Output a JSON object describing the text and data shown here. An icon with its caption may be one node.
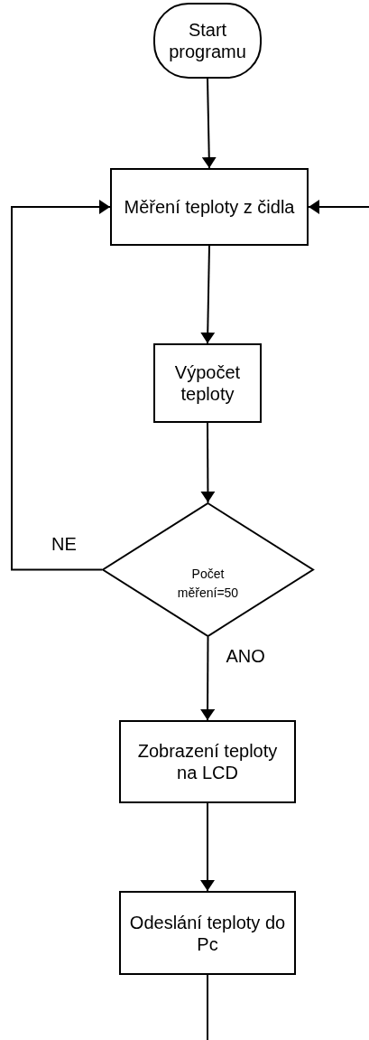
{
  "diagram": {
    "nodes": [
      {
        "text": [
          "Start programu"
        ]
      },
      {
        "text": [
          "Měření teploty z čidla"
        ]
      },
      {
        "text": [
          "Výpočet teploty"
        ]
      },
      {
        "text": [
          "Počet měření=50"
        ]
      },
      {
        "text": [
          "Zobrazení teploty na LCD"
        ]
      },
      {
        "text": [
          "Odeslání teploty do Pc"
        ]
      }
    ],
    "edges": [
      {
        "from": 0,
        "to": 1,
        "arrow": "to"
      },
      {
        "from": null,
        "to": 1,
        "arrow": "to"
      },
      {
        "from": 1,
        "to": 2,
        "arrow": "to"
      },
      {
        "from": 2,
        "to": 3,
        "arrow": "to"
      },
      {
        "from": 3,
        "to": 1,
        "arrow": "to",
        "label": "NE"
      },
      {
        "from": 3,
        "to": 4,
        "arrow": "to",
        "label": "ANO"
      },
      {
        "from": 4,
        "to": 5,
        "arrow": "to"
      },
      {
        "from": 5,
        "to": null,
        "arrow": "none"
      }
    ]
  }
}
